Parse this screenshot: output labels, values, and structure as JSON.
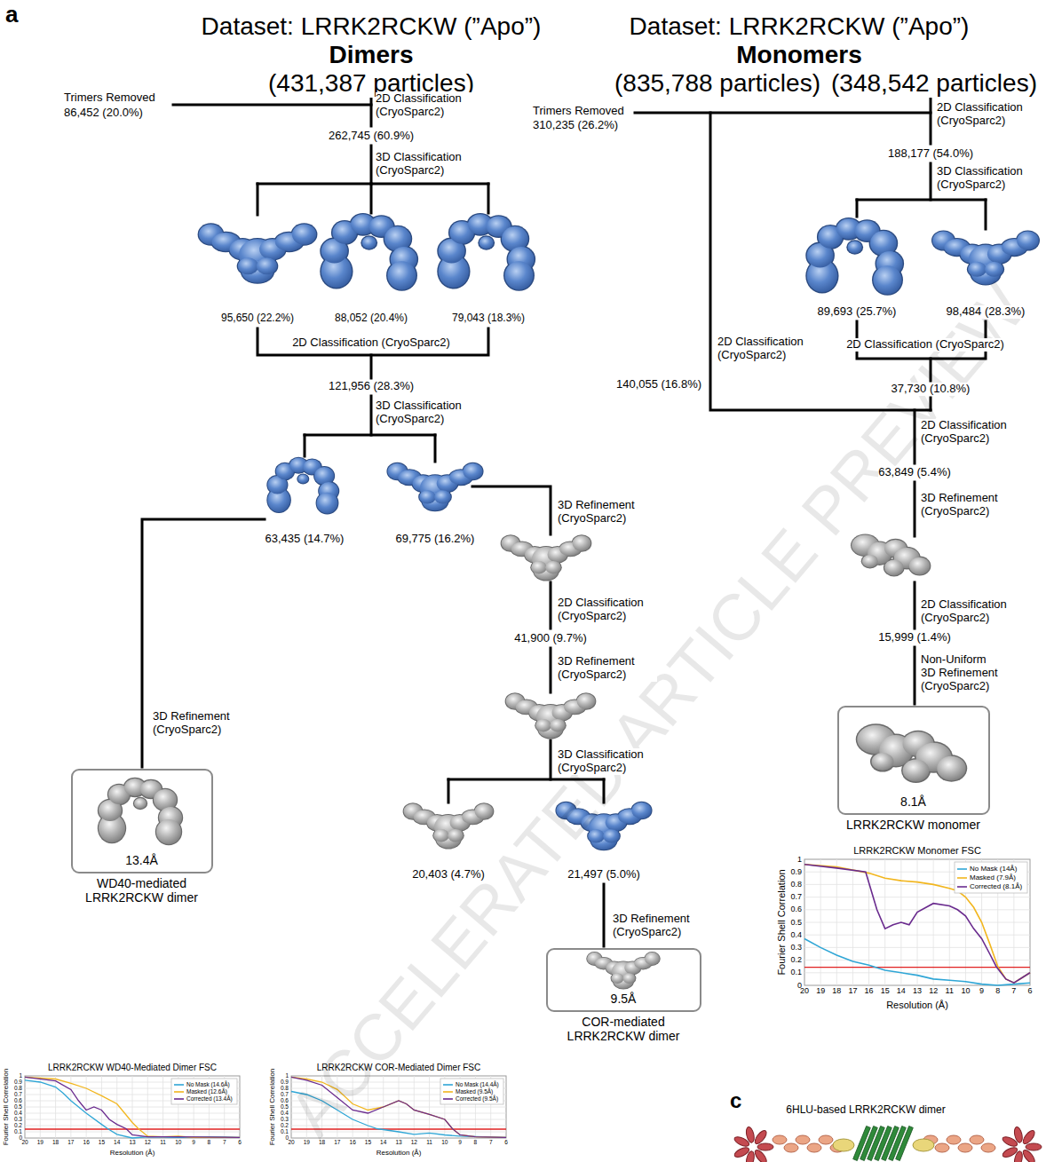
{
  "diagram": {
    "nodes": [
      {
        "text": [
          "8.1Å",
          "LRRK2RCKW monomer"
        ]
      },
      {
        "text": [
          "13.4Å",
          "WD40-mediated LRRK2RCKW dimer"
        ]
      },
      {
        "text": [
          "9.5Å",
          "COR-mediated LRRK2RCKW dimer"
        ]
      }
    ],
    "labels": [
      "a",
      "Dataset: LRRK2RCKW (”Apo”)",
      "Dimers",
      "(431,387 particles)",
      "Dataset: LRRK2RCKW (”Apo”)",
      "Monomers",
      "(835,788 particles)",
      "(348,542 particles)",
      "Trimers Removed",
      "86,452 (20.0%)",
      "2D Classification (CryoSparc2)",
      "262,745 (60.9%)",
      "3D Classification (CryoSparc2)",
      "95,650 (22.2%)",
      "88,052 (20.4%)",
      "79,043 (18.3%)",
      "2D Classification (CryoSparc2)",
      "121,956 (28.3%)",
      "3D Classification (CryoSparc2)",
      "63,435 (14.7%)",
      "69,775 (16.2%)",
      "3D Refinement (CryoSparc2)",
      "3D Refinement (CryoSparc2)",
      "2D Classification (CryoSparc2)",
      "41,900 (9.7%)",
      "3D Refinement (CryoSparc2)",
      "3D Classification (CryoSparc2)",
      "20,403 (4.7%)",
      "21,497 (5.0%)",
      "3D Refinement (CryoSparc2)",
      "Trimers Removed",
      "310,235 (26.2%)",
      "2D Classification (CryoSparc2)",
      "188,177 (54.0%)",
      "3D Classification (CryoSparc2)",
      "89,693 (25.7%)",
      "98,484 (28.3%)",
      "2D Classification (CryoSparc2)",
      "2D Classification (CryoSparc2)",
      "140,055 (16.8%)",
      "37,730 (10.8%)",
      "2D Classification (CryoSparc2)",
      "63,849 (5.4%)",
      "3D Refinement (CryoSparc2)",
      "2D Classification (CryoSparc2)",
      "15,999 (1.4%)",
      "Non-Uniform 3D Refinement (CryoSparc2)",
      "LRRK2RCKW Monomer FSC",
      "Fourier Shell Correlation",
      "Resolution (Å)",
      "1",
      "0.9",
      "0.8",
      "0.7",
      "0.6",
      "0.5",
      "0.4",
      "0.3",
      "0.2",
      "0.1",
      "0",
      "20",
      "19",
      "18",
      "17",
      "16",
      "15",
      "14",
      "13",
      "12",
      "11",
      "10",
      "9",
      "8",
      "7",
      "6",
      "LRRK2RCKW WD40-Mediated Dimer FSC",
      "Fourier Shell Correlation",
      "Resolution (Å)",
      "1",
      "0.9",
      "0.8",
      "0.7",
      "0.6",
      "0.5",
      "0.4",
      "0.3",
      "0.2",
      "0.1",
      "0",
      "20",
      "19",
      "18",
      "17",
      "16",
      "15",
      "14",
      "13",
      "12",
      "11",
      "10",
      "9",
      "8",
      "7",
      "6",
      "LRRK2RCKW COR-Mediated Dimer FSC",
      "Fourier Shell Correlation",
      "Resolution (Å)",
      "1",
      "0.9",
      "0.8",
      "0.7",
      "0.6",
      "0.5",
      "0.4",
      "0.3",
      "0.2",
      "0.1",
      "0",
      "20",
      "19",
      "18",
      "17",
      "16",
      "15",
      "14",
      "13",
      "12",
      "11",
      "10",
      "9",
      "8",
      "7",
      "6",
      "c",
      "6HLU-based LRRK2RCKW dimer",
      "ACCELERATED ARTICLE PREVIEW"
    ],
    "legend": [
      {
        "text": "No Mask (14Å)"
      },
      {
        "text": "Masked (7.9Å)"
      },
      {
        "text": "Corrected (8.1Å)"
      },
      {
        "text": "No Mask (14.6Å)"
      },
      {
        "text": "Masked (12.6Å)"
      },
      {
        "text": "Corrected (13.4Å)"
      },
      {
        "text": "No Mask (14.4Å)"
      },
      {
        "text": "Masked (9.5Å)"
      },
      {
        "text": "Corrected (9.5Å)"
      }
    ]
  }
}
